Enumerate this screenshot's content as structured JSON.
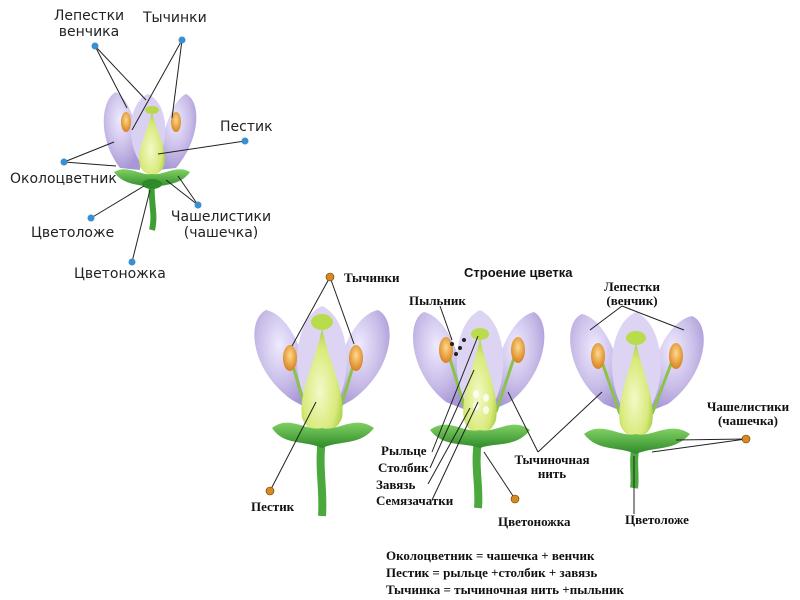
{
  "diagram1": {
    "labels": {
      "petals": [
        "Лепестки",
        "венчика"
      ],
      "stamens": "Тычинки",
      "pistil": "Пестик",
      "perianth": "Околоцветник",
      "receptacle": "Цветоложе",
      "sepals": [
        "Чашелистики",
        "(чашечка)"
      ],
      "pedicel": "Цветоножка"
    }
  },
  "diagram2": {
    "title": "Строение цветка",
    "labels": {
      "stamens": "Тычинки",
      "pistil": "Пестик",
      "anther": "Пыльник",
      "stigma": "Рыльце",
      "style": "Столбик",
      "ovary": "Завязь",
      "ovules": "Семязачатки",
      "filament": [
        "Тычиночная",
        "нить"
      ],
      "pedicel": "Цветоножка",
      "petals": [
        "Лепестки",
        "(венчик)"
      ],
      "sepals": [
        "Чашелистики",
        "(чашечка)"
      ],
      "receptacle": "Цветоложе"
    }
  },
  "formulas": [
    "Околоцветник = чашечка + венчик",
    "Пестик = рыльце +столбик + завязь",
    "Тычинка = тычиночная нить +пыльник"
  ],
  "colors": {
    "petal": "#c9bde8",
    "pistil": "#d8ea7a",
    "sepal": "#4fae3c",
    "anther": "#f2a33a",
    "dot_blue": "#3a8fd0",
    "dot_orange": "#d98a1e"
  }
}
